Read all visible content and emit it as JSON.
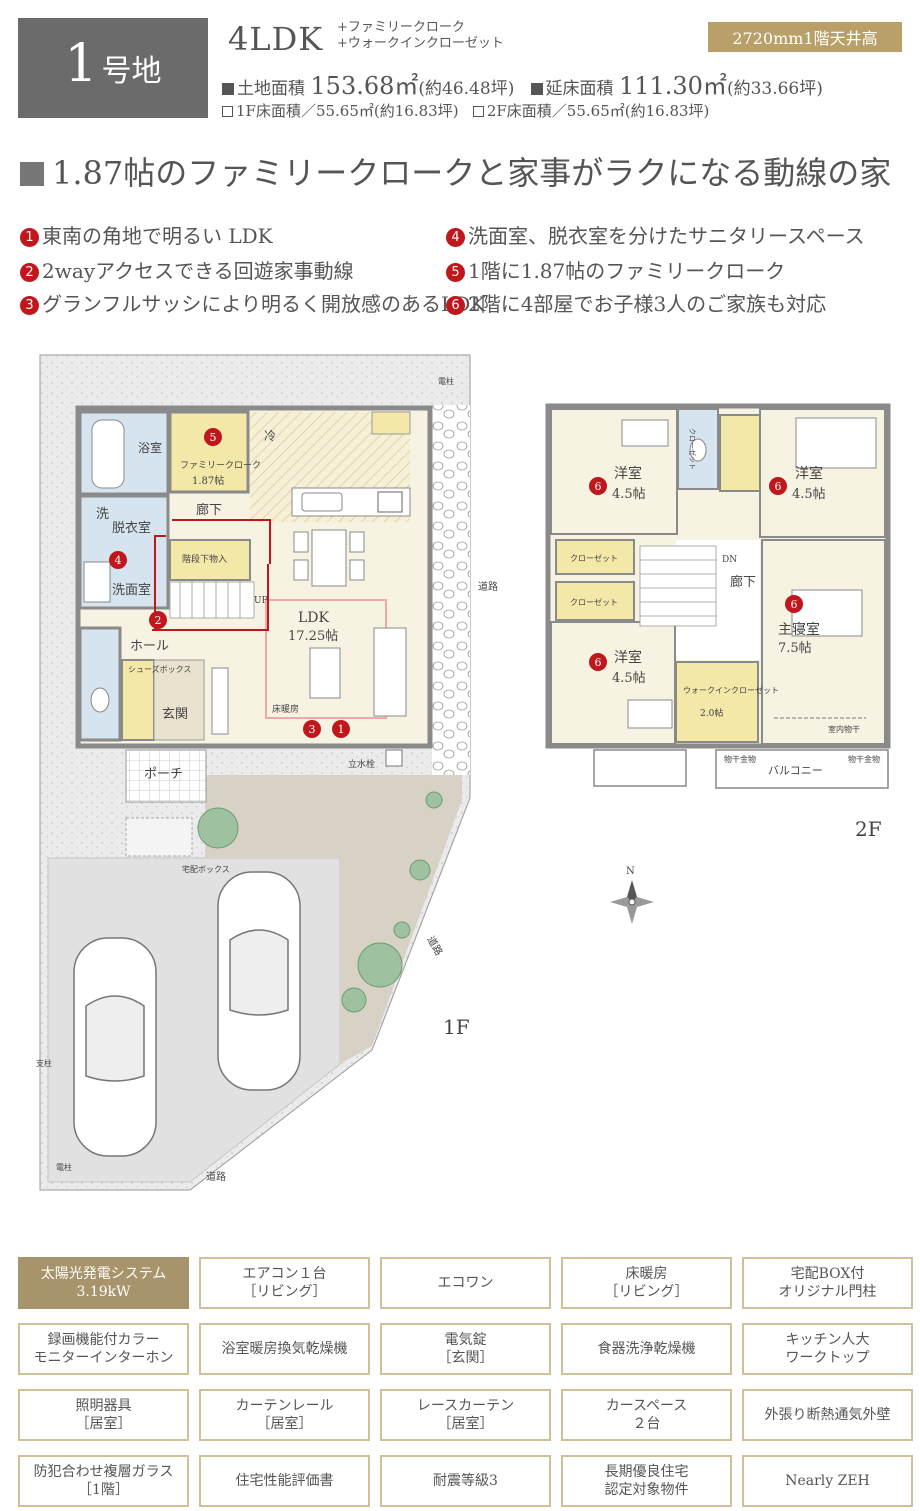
{
  "header": {
    "lot_number": "1",
    "lot_suffix": "号地",
    "plan_type": "4LDK",
    "plan_options": [
      "+ファミリークローク",
      "+ウォークインクローゼット"
    ],
    "ceiling_badge": "2720mm1階天井高",
    "land_area_label": "土地面積",
    "land_area_value": "153.68㎡",
    "land_area_tsubo": "(約46.48坪)",
    "floor_area_label": "延床面積",
    "floor_area_value": "111.30㎡",
    "floor_area_tsubo": "(約33.66坪)",
    "f1_area": "1F床面積／55.65㎡(約16.83坪)",
    "f2_area": "2F床面積／55.65㎡(約16.83坪)"
  },
  "headline": "1.87帖のファミリークロークと家事がラクになる動線の家",
  "features": [
    {
      "num": "1",
      "text": "東南の角地で明るい LDK"
    },
    {
      "num": "2",
      "text": "2wayアクセスできる回遊家事動線"
    },
    {
      "num": "3",
      "text": "グランフルサッシにより明るく開放感のあるLDK"
    },
    {
      "num": "4",
      "text": "洗面室、脱衣室を分けたサニタリースペース"
    },
    {
      "num": "5",
      "text": "1階に1.87帖のファミリークローク"
    },
    {
      "num": "6",
      "text": "2階に4部屋でお子様3人のご家族も対応"
    }
  ],
  "floor1": {
    "label": "1F",
    "rooms": {
      "bath": "浴室",
      "family_cloak": "ファミリークローク",
      "family_cloak_size": "1.87帖",
      "fridge": "冷",
      "corridor": "廊下",
      "wash_mark": "洗",
      "dressing": "脱衣室",
      "under_stair": "階段下物入",
      "washroom": "洗面室",
      "up": "UP",
      "ldk": "LDK",
      "ldk_size": "17.25帖",
      "hall": "ホール",
      "shoe_box": "シューズボックス",
      "entrance": "玄関",
      "floor_heating": "床暖房",
      "porch": "ポーチ",
      "faucet": "立水栓",
      "delivery_box": "宅配ボックス"
    },
    "site": {
      "pole_top": "電柱",
      "road_east": "道路",
      "road_diag": "道路",
      "road_south": "道路",
      "pole_bottom": "電柱",
      "support_pole": "支柱"
    }
  },
  "floor2": {
    "label": "2F",
    "rooms": {
      "western_room": "洋室",
      "room_size": "4.5帖",
      "closet": "クローゼット",
      "master": "主寝室",
      "master_size": "7.5帖",
      "corridor": "廊下",
      "dn": "DN",
      "wic": "ウォークインクローゼット",
      "wic_size": "2.0帖",
      "indoor_dry": "室内物干",
      "balcony": "バルコニー",
      "drying_hw": "物干金物"
    },
    "compass_n": "N"
  },
  "equipment": [
    {
      "line1": "太陽光発電システム",
      "line2": "3.19kW",
      "highlight": true
    },
    {
      "line1": "エアコン１台",
      "line2": "［リビング］"
    },
    {
      "line1": "エコワン",
      "line2": ""
    },
    {
      "line1": "床暖房",
      "line2": "［リビング］"
    },
    {
      "line1": "宅配BOX付",
      "line2": "オリジナル門柱"
    },
    {
      "line1": "録画機能付カラー",
      "line2": "モニターインターホン"
    },
    {
      "line1": "浴室暖房換気乾燥機",
      "line2": ""
    },
    {
      "line1": "電気錠",
      "line2": "［玄関］"
    },
    {
      "line1": "食器洗浄乾燥機",
      "line2": ""
    },
    {
      "line1": "キッチン人大",
      "line2": "ワークトップ"
    },
    {
      "line1": "照明器具",
      "line2": "［居室］"
    },
    {
      "line1": "カーテンレール",
      "line2": "［居室］"
    },
    {
      "line1": "レースカーテン",
      "line2": "［居室］"
    },
    {
      "line1": "カースペース",
      "line2": "２台"
    },
    {
      "line1": "外張り断熱通気外壁",
      "line2": ""
    },
    {
      "line1": "防犯合わせ複層ガラス",
      "line2": "［1階］"
    },
    {
      "line1": "住宅性能評価書",
      "line2": ""
    },
    {
      "line1": "耐震等級3",
      "line2": ""
    },
    {
      "line1": "長期優良住宅",
      "line2": "認定対象物件"
    },
    {
      "line1": "Nearly ZEH",
      "line2": ""
    }
  ],
  "colors": {
    "accent_red": "#c0171d",
    "gold": "#b8a068",
    "wall": "#8a8a8a",
    "closet_yellow": "#f3e8a8",
    "floor_beige": "#f7f3e3",
    "wet_blue": "#d6e4ef"
  }
}
